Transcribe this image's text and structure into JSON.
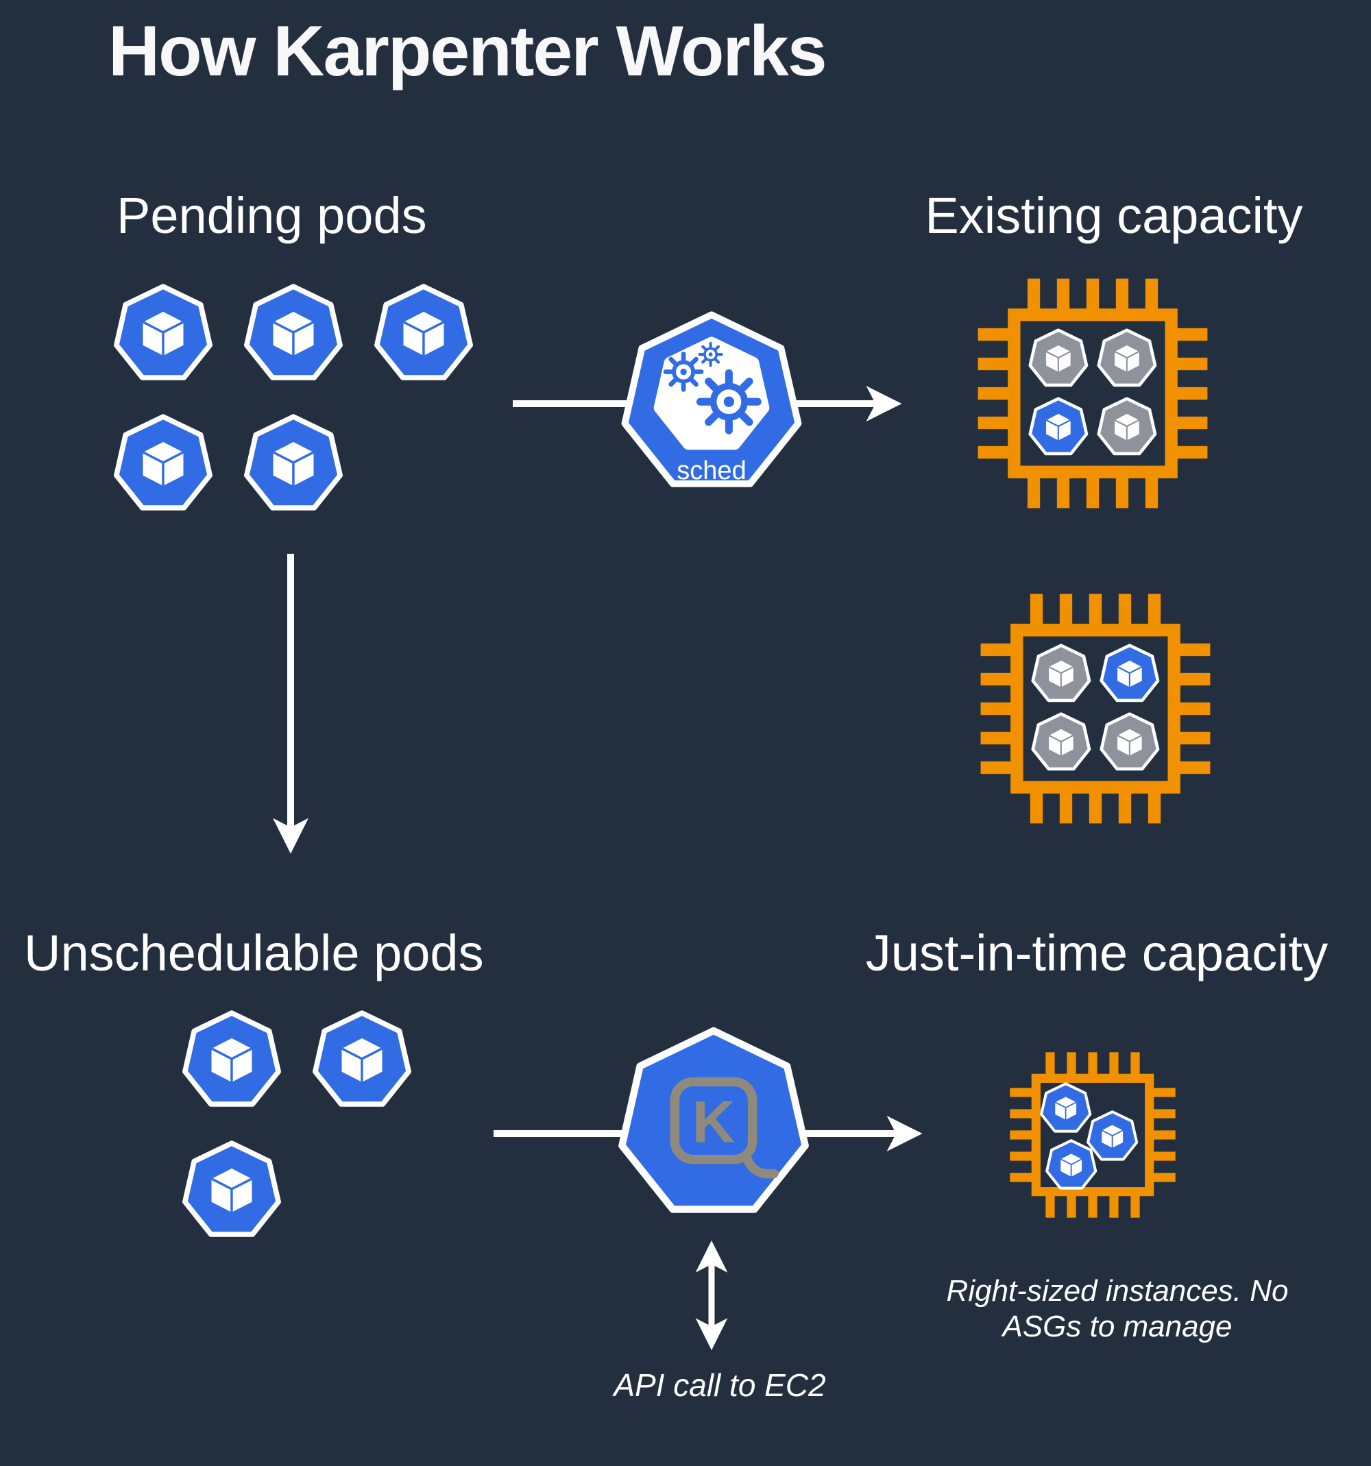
{
  "title": "How Karpenter Works",
  "sections": {
    "pending": {
      "label": "Pending pods",
      "pods": [
        "blue",
        "blue",
        "blue",
        "blue",
        "blue"
      ]
    },
    "existing": {
      "label": "Existing capacity",
      "chips": [
        {
          "pods": [
            "gray",
            "gray",
            "blue",
            "gray"
          ]
        },
        {
          "pods": [
            "gray",
            "blue",
            "gray",
            "gray"
          ]
        }
      ]
    },
    "unschedulable": {
      "label": "Unschedulable pods",
      "pods": [
        "blue",
        "blue",
        "blue"
      ]
    },
    "jit": {
      "label": "Just-in-time capacity",
      "chip": {
        "pods": [
          "blue",
          "blue",
          "blue"
        ]
      },
      "caption": "Right-sized instances. No ASGs to manage"
    }
  },
  "scheduler": {
    "label": "sched"
  },
  "karpenter": {
    "letter": "K"
  },
  "annotations": {
    "api_call": "API call to EC2"
  },
  "icons": {
    "pod": "kubernetes-pod-heptagon",
    "scheduler": "kube-scheduler-gears",
    "karpenter": "karpenter-measuring-tape",
    "node": "cpu-chip"
  },
  "colors": {
    "background": "#232F3E",
    "pod_blue": "#326CE5",
    "pod_gray": "#8D929B",
    "chip_orange": "#F29100",
    "karpenter_badge": "#8F8A7B",
    "text": "#FFFFFF"
  }
}
